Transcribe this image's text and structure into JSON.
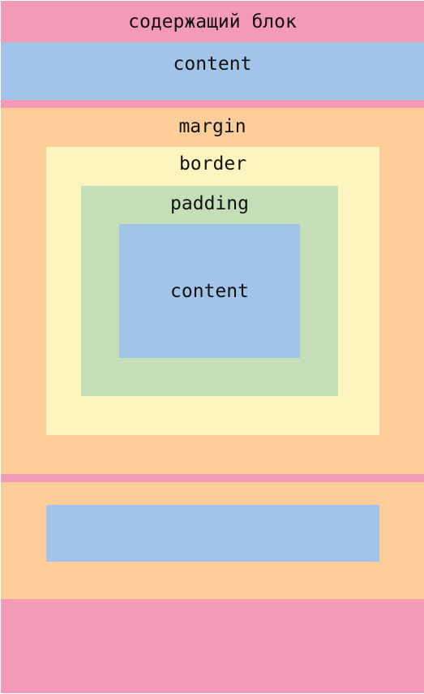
{
  "colors": {
    "containing_block": "#f59ab6",
    "content": "#a2c4e8",
    "margin": "#fccd98",
    "border": "#fdf4bf",
    "padding": "#c4dfb7",
    "text": "#111111"
  },
  "labels": {
    "containing_block": "содержащий блок",
    "top_content": "content",
    "margin": "margin",
    "border": "border",
    "padding": "padding",
    "inner_content": "content"
  }
}
